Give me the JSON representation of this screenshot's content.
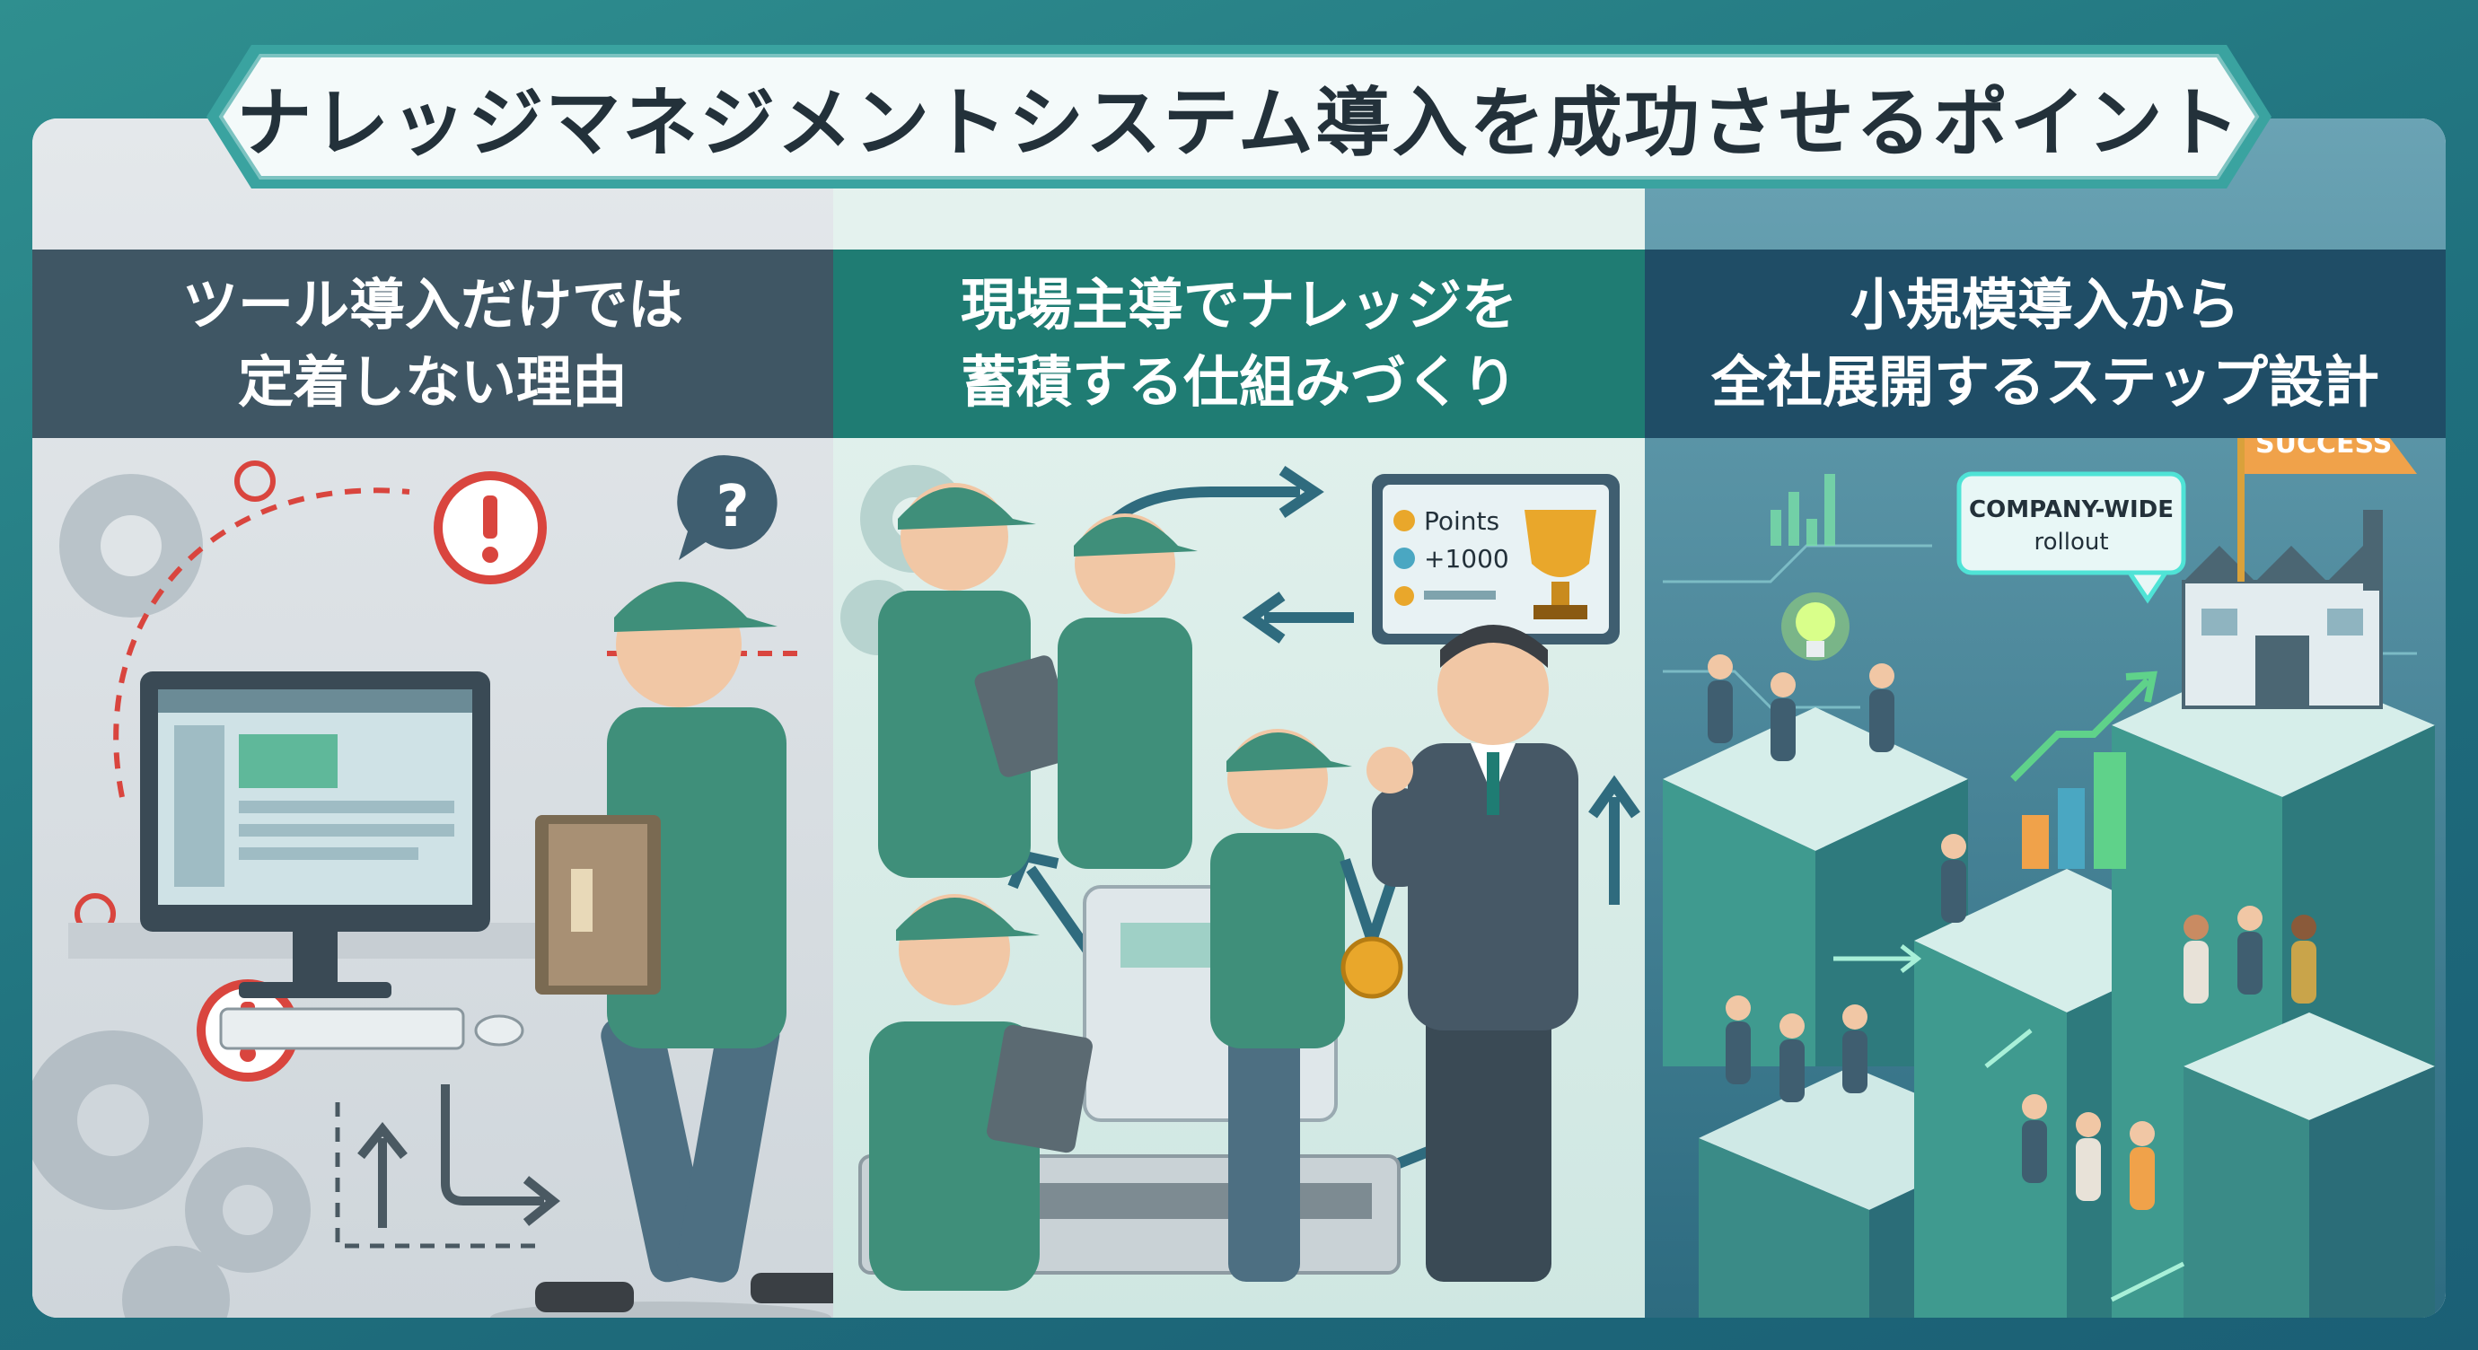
{
  "title": "ナレッジマネジメントシステム導入を成功させるポイント",
  "panels": [
    {
      "heading_line1": "ツール導入だけでは",
      "heading_line2": "定着しない理由"
    },
    {
      "heading_line1": "現場主導でナレッジを",
      "heading_line2": "蓄積する仕組みづくり",
      "scoreboard": {
        "points_label": "Points",
        "points_value": "+1000"
      }
    },
    {
      "heading_line1": "小規模導入から",
      "heading_line2": "全社展開するステップ設計",
      "callout_line1": "COMPANY-WIDE",
      "callout_line2": "rollout",
      "flag_text": "SUCCESS"
    }
  ],
  "colors": {
    "panel1_header": "#3f5664",
    "panel2_header": "#1f7c73",
    "panel3_header": "#1f4d66",
    "alert_red": "#d9453e",
    "worker_green": "#3f8f7a"
  }
}
